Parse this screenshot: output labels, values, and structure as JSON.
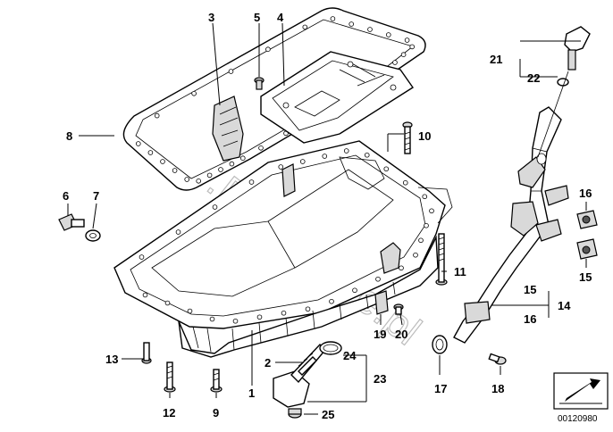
{
  "callouts": {
    "n1": "1",
    "n2": "2",
    "n3": "3",
    "n4": "4",
    "n5": "5",
    "n6": "6",
    "n7": "7",
    "n8": "8",
    "n9": "9",
    "n10": "10",
    "n11": "11",
    "n12": "12",
    "n13": "13",
    "n14": "14",
    "n15a": "15",
    "n15b": "15",
    "n16a": "16",
    "n16b": "16",
    "n17": "17",
    "n18": "18",
    "n19": "19",
    "n20": "20",
    "n21": "21",
    "n22": "22",
    "n23": "23",
    "n24": "24",
    "n25": "25"
  },
  "watermark": "www.BMWstore.pl",
  "image_number": "00120980",
  "colors": {
    "line": "#000000",
    "background": "#ffffff",
    "watermark": "#bdbdbd"
  }
}
